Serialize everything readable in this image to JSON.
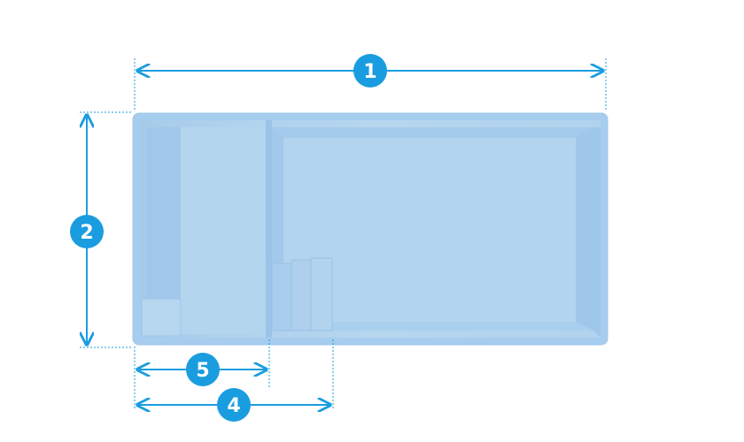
{
  "colors": {
    "accent": "#1a9de0",
    "pool_rim": "#a9cfee",
    "pool_floor": "#b4d5ee",
    "pool_shadow": "#8fbfe6"
  },
  "dimensions": {
    "length_label": "1",
    "width_label": "2",
    "bench_zone_label": "5",
    "steps_zone_label": "4"
  }
}
